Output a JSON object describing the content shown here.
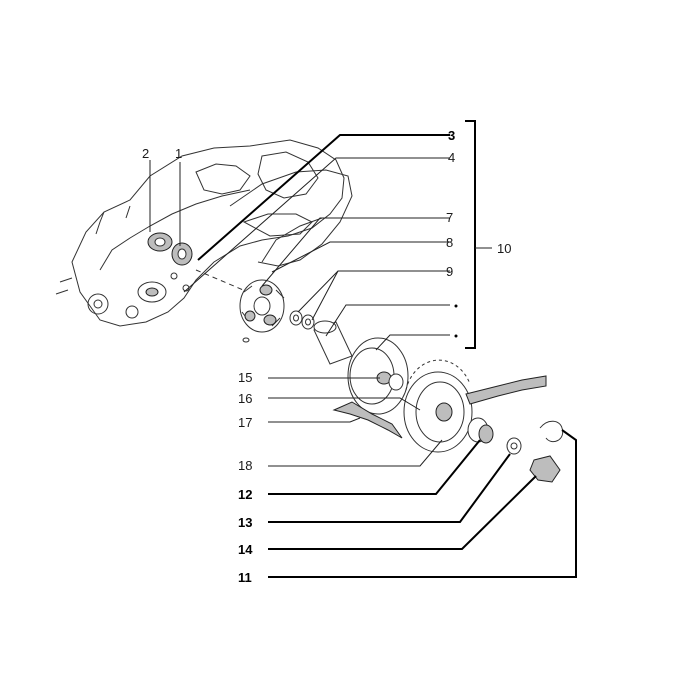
{
  "callouts": {
    "c1": "1",
    "c2": "2",
    "c3": "3",
    "c4": "4",
    "c7": "7",
    "c8": "8",
    "c9": "9",
    "c10": "10",
    "c11": "11",
    "c12": "12",
    "c13": "13",
    "c14": "14",
    "c15": "15",
    "c16": "16",
    "c17": "17",
    "c18": "18"
  }
}
